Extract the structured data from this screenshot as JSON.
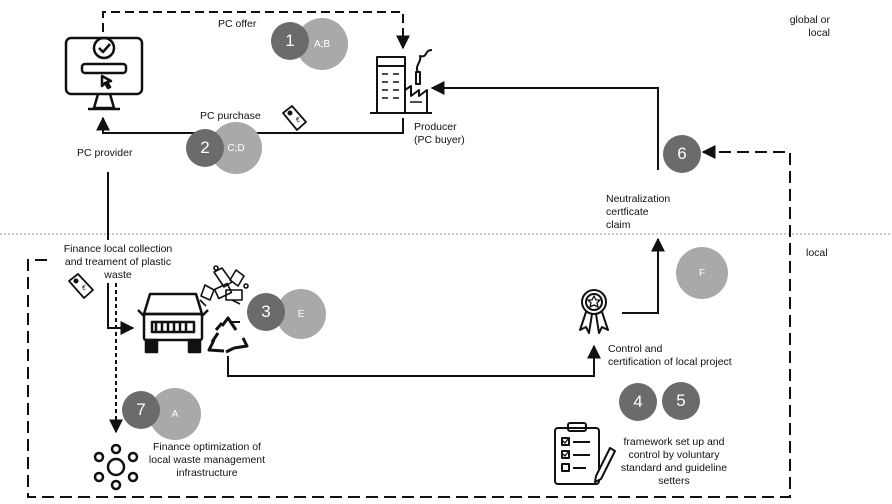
{
  "scope": {
    "global": "global or\nlocal",
    "local": "local"
  },
  "labels": {
    "pc_offer": "PC offer",
    "pc_purchase": "PC purchase",
    "pc_provider": "PC provider",
    "producer": "Producer\n(PC buyer)",
    "neutralization": "Neutralization\ncertficate\nclaim",
    "finance_collection": "Finance local collection\nand treament of plastic\nwaste",
    "control": "Control and\ncertification of local project",
    "framework": "framework set up and\ncontrol by voluntary\nstandard and guideline\nsetters",
    "finance_optimization": "Finance optimization of\nlocal waste management\ninfrastructure"
  },
  "markers": {
    "n1": "1",
    "l1": "A;B",
    "n2": "2",
    "l2": "C;D",
    "n3": "3",
    "l3": "E",
    "n4": "4",
    "n5": "5",
    "n6": "6",
    "lF": "F",
    "n7": "7",
    "l7": "A"
  },
  "icons": [
    "computer-check-icon",
    "factory-icon",
    "price-tag-icon",
    "truck-icon",
    "plastic-waste-icon",
    "recycle-icon",
    "certificate-badge-icon",
    "checklist-clipboard-icon",
    "network-hub-icon"
  ]
}
